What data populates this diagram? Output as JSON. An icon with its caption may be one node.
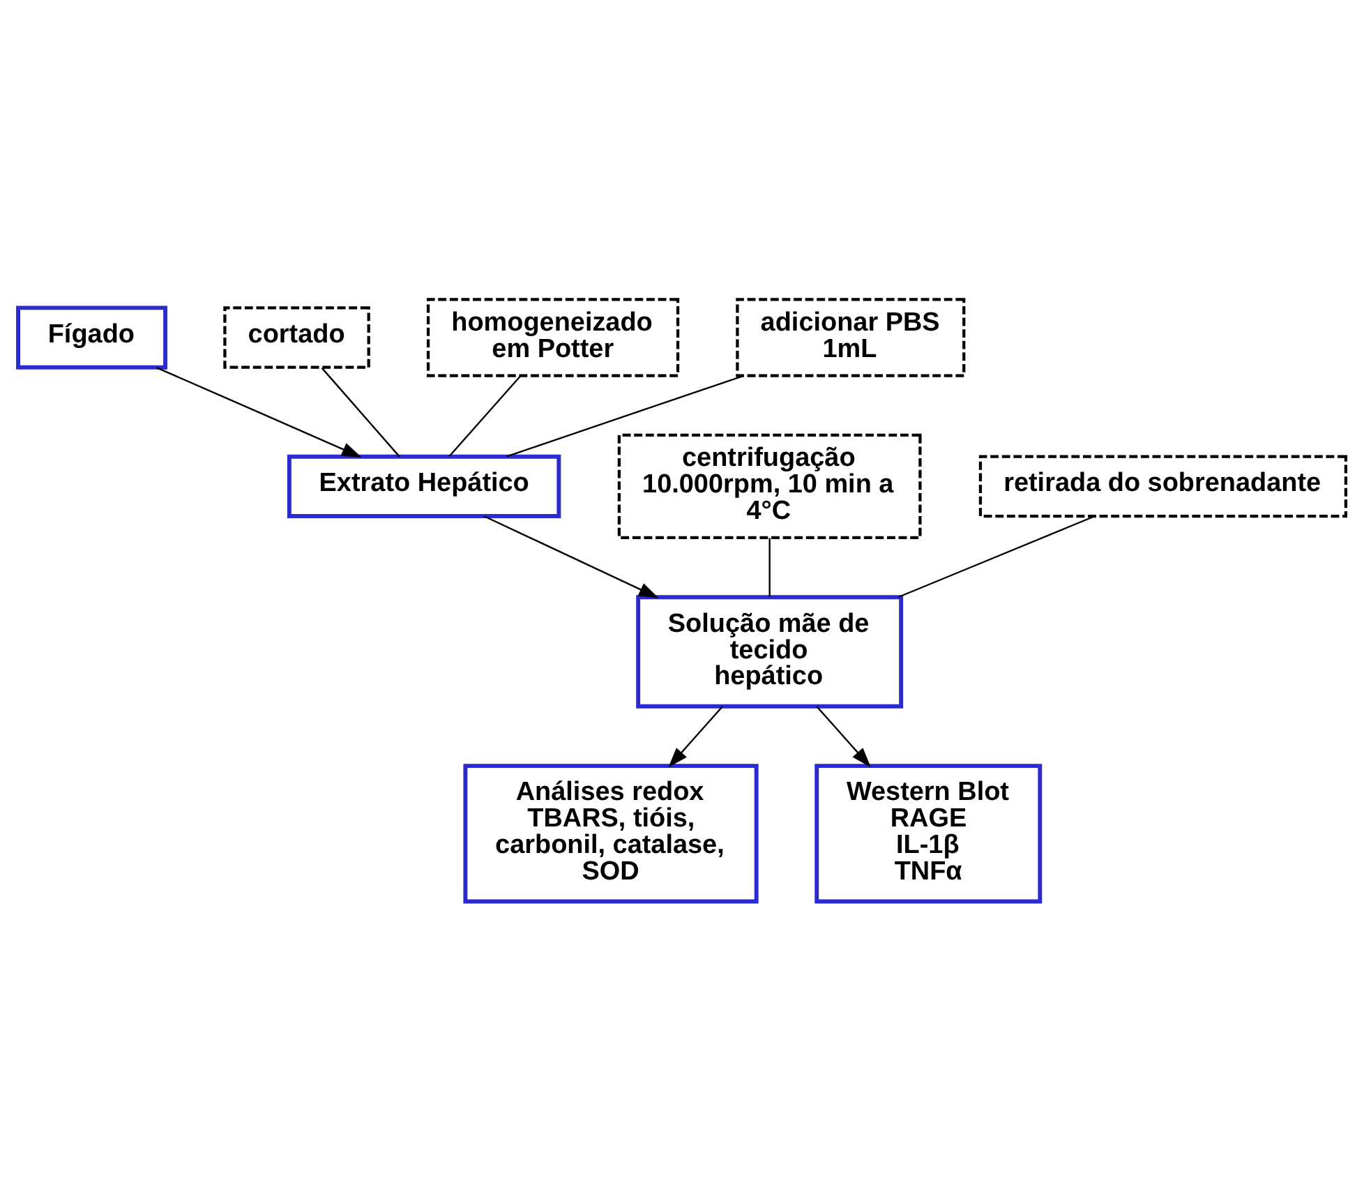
{
  "diagram": {
    "nodes": [
      {
        "text": [
          "Fígado"
        ]
      },
      {
        "text": [
          "cortado"
        ]
      },
      {
        "text": [
          "homogeneizado em Potter"
        ]
      },
      {
        "text": [
          "adicionar PBS 1mL"
        ]
      },
      {
        "text": [
          "Extrato Hepático"
        ]
      },
      {
        "text": [
          "centrifugação 10.000rpm, 10 min a 4°C"
        ]
      },
      {
        "text": [
          "retirada do sobrenadante"
        ]
      },
      {
        "text": [
          "Solução mãe de tecido hepático"
        ]
      },
      {
        "text": [
          "Análises redox",
          "TBARS, tióis, carbonil, catalase, SOD"
        ]
      },
      {
        "text": [
          "Western Blot",
          "RAGE",
          "IL-1β",
          "TNFα"
        ]
      }
    ],
    "edges": [
      {
        "from": 0,
        "to": 4,
        "arrow": "to"
      },
      {
        "from": 1,
        "to": 4,
        "arrow": "none"
      },
      {
        "from": 2,
        "to": 4,
        "arrow": "none"
      },
      {
        "from": 3,
        "to": 4,
        "arrow": "none"
      },
      {
        "from": 4,
        "to": 7,
        "arrow": "to"
      },
      {
        "from": 5,
        "to": 7,
        "arrow": "none"
      },
      {
        "from": 6,
        "to": 7,
        "arrow": "none"
      },
      {
        "from": 7,
        "to": 8,
        "arrow": "to"
      },
      {
        "from": 7,
        "to": 9,
        "arrow": "to"
      }
    ]
  }
}
